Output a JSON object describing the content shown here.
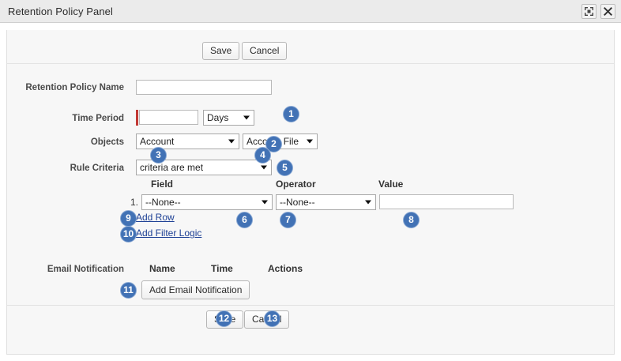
{
  "window": {
    "title": "Retention Policy Panel",
    "controls": [
      {
        "name": "expand-icon",
        "label": "Expand"
      },
      {
        "name": "close-icon",
        "label": "Close"
      }
    ]
  },
  "toolbar_top": {
    "save_label": "Save",
    "cancel_label": "Cancel"
  },
  "toolbar_bottom": {
    "save_label": "Save",
    "cancel_label": "Cancel"
  },
  "form": {
    "retention_policy_name": {
      "label": "Retention Policy Name",
      "value": "",
      "placeholder": ""
    },
    "time_period": {
      "label": "Time Period",
      "value": "",
      "placeholder": "",
      "required": true,
      "unit_selected": "Days"
    },
    "objects": {
      "label": "Objects",
      "primary_selected": "Account",
      "secondary_selected": "Account File"
    },
    "rule_criteria": {
      "label": "Rule Criteria",
      "selected": "criteria are met",
      "columns": {
        "field": "Field",
        "operator": "Operator",
        "value": "Value"
      },
      "rows": [
        {
          "number": "1.",
          "field_selected": "--None--",
          "operator_selected": "--None--",
          "value": ""
        }
      ],
      "add_row_label": "Add Row",
      "add_filter_logic_label": "Add Filter Logic"
    },
    "email_notification": {
      "label": "Email Notification",
      "columns": {
        "name": "Name",
        "time": "Time",
        "actions": "Actions"
      },
      "add_button_label": "Add Email Notification"
    }
  },
  "badges": [
    {
      "n": "1"
    },
    {
      "n": "2"
    },
    {
      "n": "3"
    },
    {
      "n": "4"
    },
    {
      "n": "5"
    },
    {
      "n": "6"
    },
    {
      "n": "7"
    },
    {
      "n": "8"
    },
    {
      "n": "9"
    },
    {
      "n": "10"
    },
    {
      "n": "11"
    },
    {
      "n": "12"
    },
    {
      "n": "13"
    }
  ],
  "colors": {
    "badge": "#4272b5",
    "required": "#c23934",
    "link": "#1c3f94",
    "header_bar": "#1b1b1b"
  }
}
